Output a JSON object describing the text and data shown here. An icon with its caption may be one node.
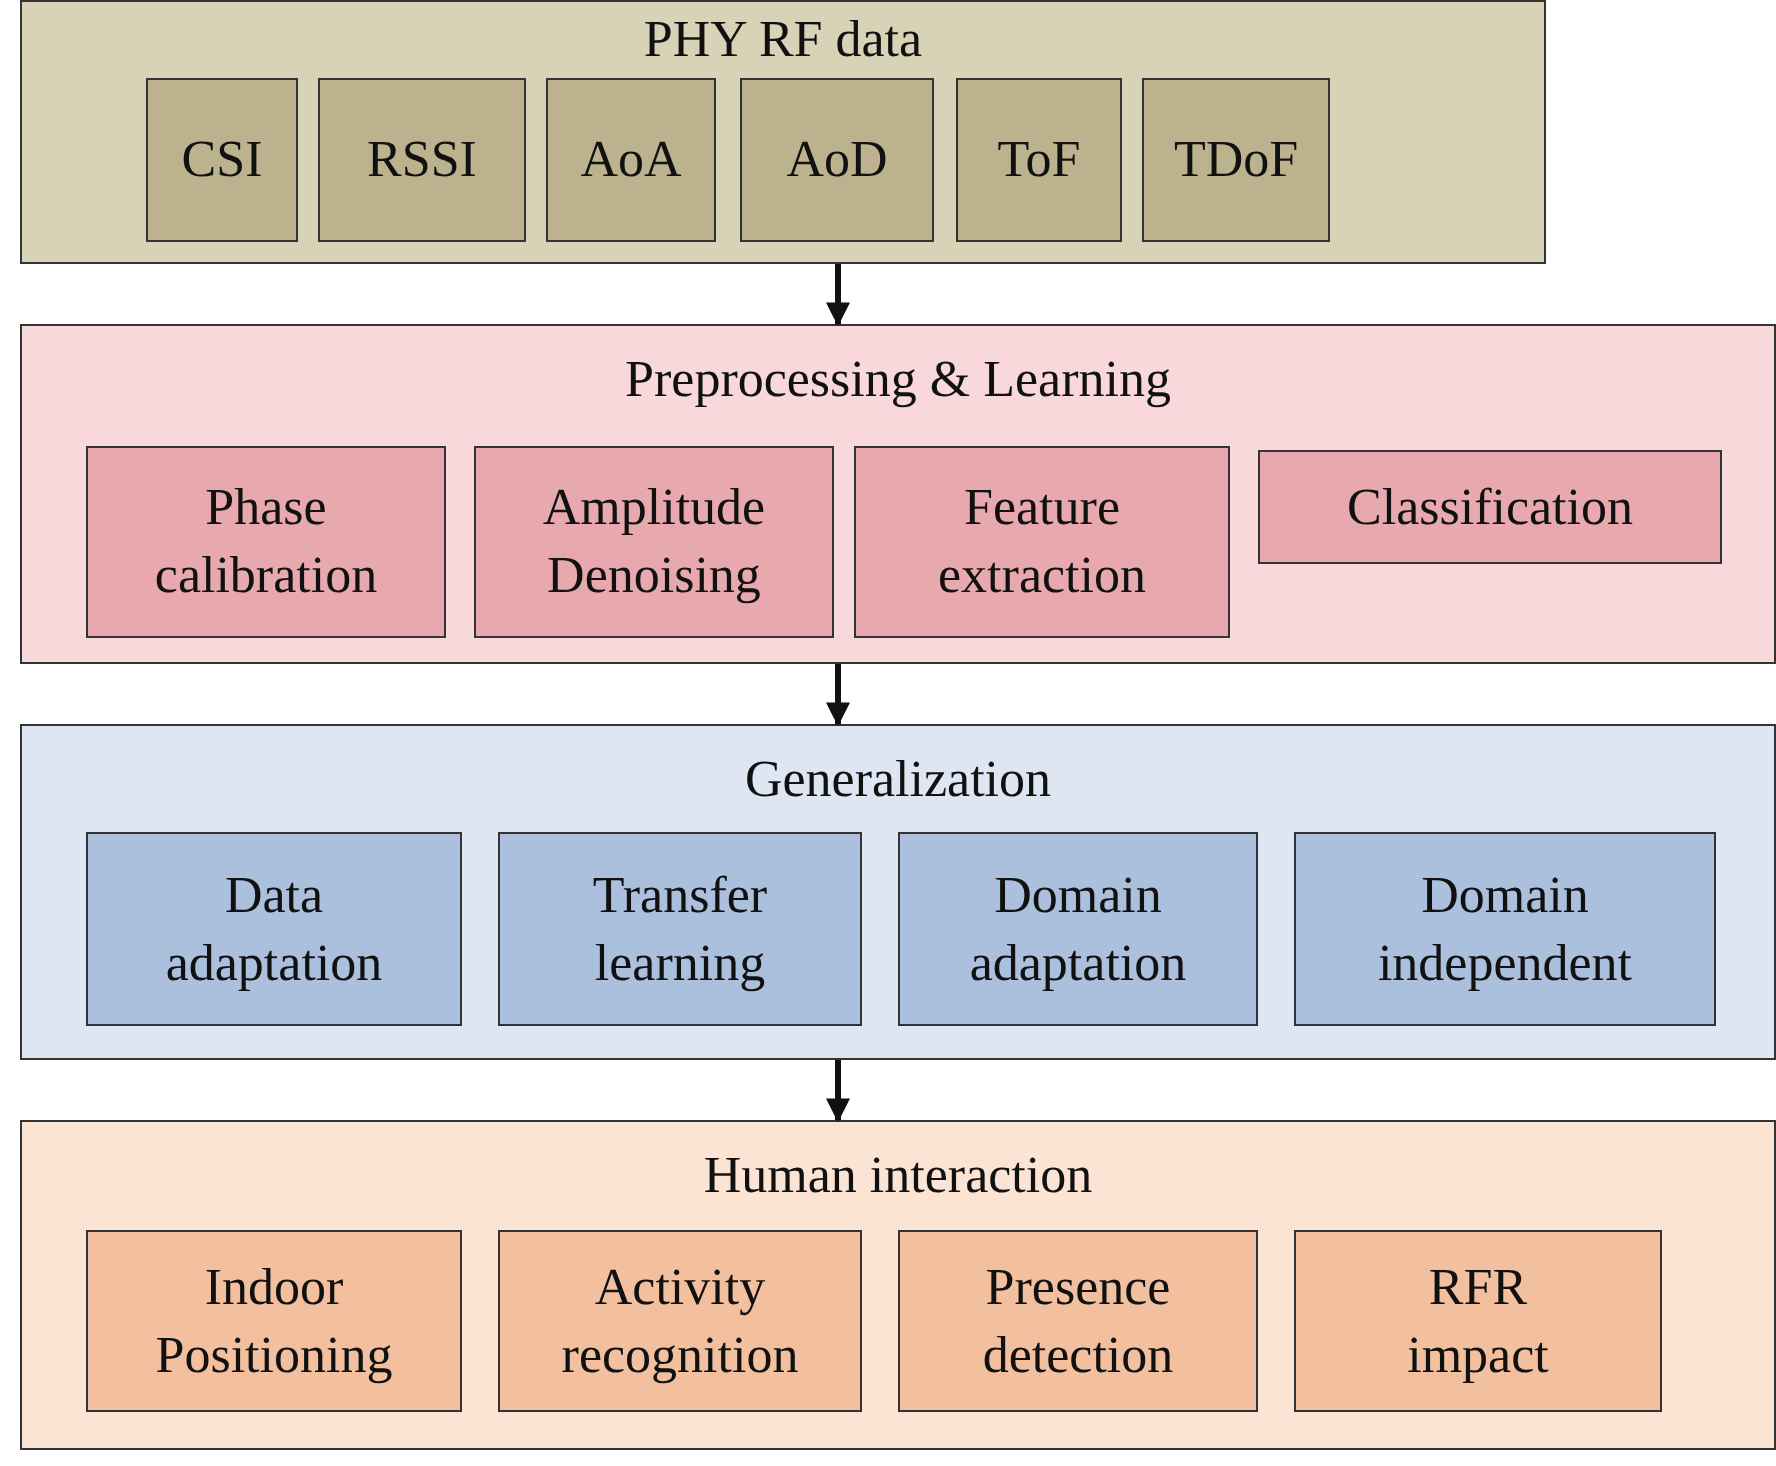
{
  "diagram": {
    "nodes": [
      {
        "text": [
          "PHY RF data"
        ]
      },
      {
        "text": [
          "CSI"
        ],
        "in": 0
      },
      {
        "text": [
          "RSSI"
        ],
        "in": 0
      },
      {
        "text": [
          "AoA"
        ],
        "in": 0
      },
      {
        "text": [
          "AoD"
        ],
        "in": 0
      },
      {
        "text": [
          "ToF"
        ],
        "in": 0
      },
      {
        "text": [
          "TDoF"
        ],
        "in": 0
      },
      {
        "text": [
          "Preprocessing & Learning"
        ]
      },
      {
        "text": [
          "Phase calibration"
        ],
        "in": 7
      },
      {
        "text": [
          "Amplitude Denoising"
        ],
        "in": 7
      },
      {
        "text": [
          "Feature extraction"
        ],
        "in": 7
      },
      {
        "text": [
          "Classification"
        ],
        "in": 7
      },
      {
        "text": [
          "Generalization"
        ]
      },
      {
        "text": [
          "Data adaptation"
        ],
        "in": 12
      },
      {
        "text": [
          "Transfer learning"
        ],
        "in": 12
      },
      {
        "text": [
          "Domain adaptation"
        ],
        "in": 12
      },
      {
        "text": [
          "Domain independent"
        ],
        "in": 12
      },
      {
        "text": [
          "Human interaction"
        ]
      },
      {
        "text": [
          "Indoor Positioning"
        ],
        "in": 17
      },
      {
        "text": [
          "Activity recognition"
        ],
        "in": 17
      },
      {
        "text": [
          "Presence detection"
        ],
        "in": 17
      },
      {
        "text": [
          "RFR impact"
        ],
        "in": 17
      }
    ],
    "edges": [
      {
        "from": 0,
        "to": 7,
        "arrow": "to"
      },
      {
        "from": 7,
        "to": 12,
        "arrow": "to"
      },
      {
        "from": 12,
        "to": 17,
        "arrow": "to"
      }
    ]
  }
}
